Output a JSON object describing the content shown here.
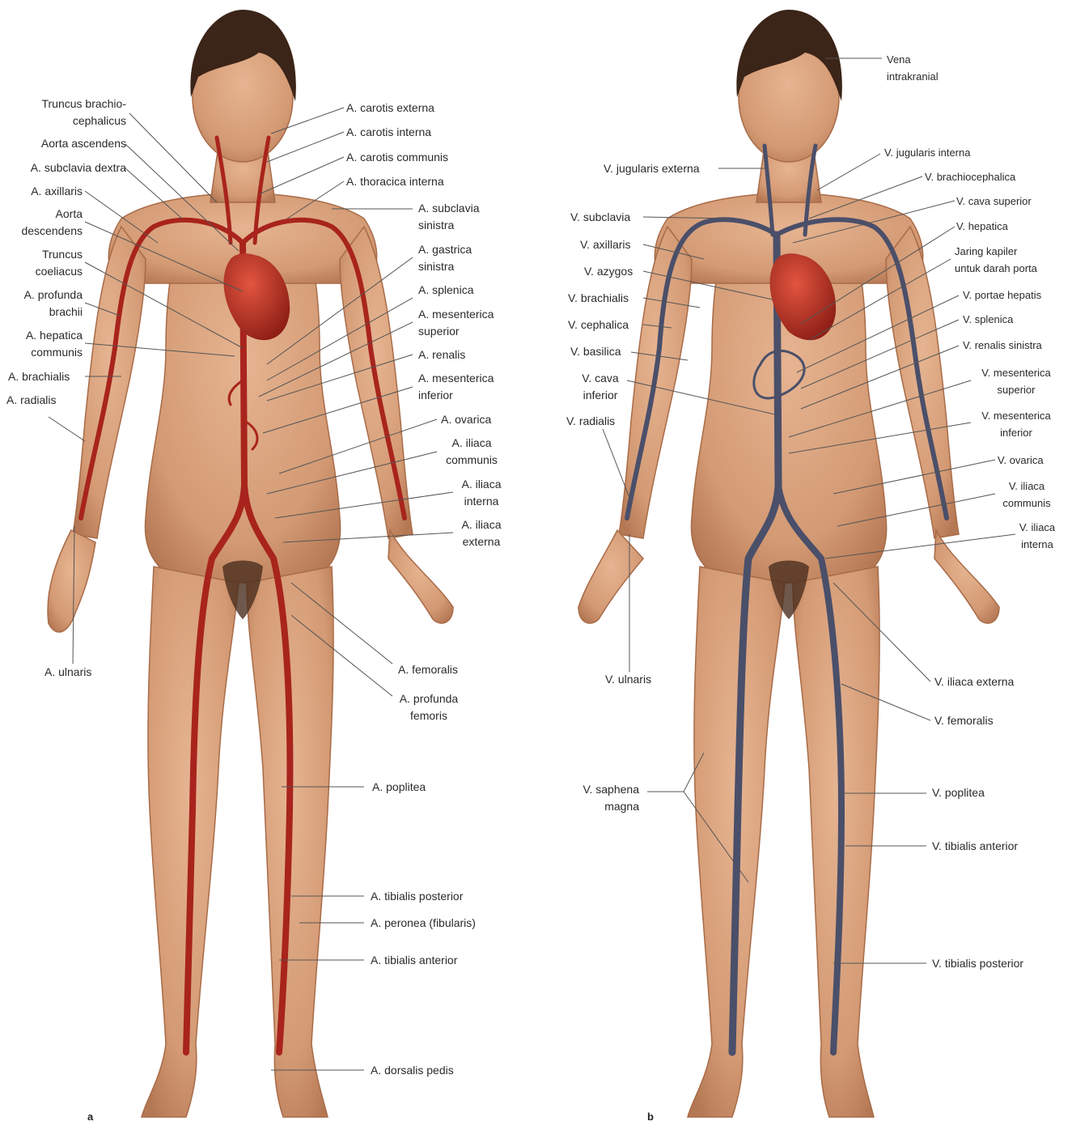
{
  "panels": {
    "a": {
      "letter": "a",
      "left_labels": [
        {
          "text": "Truncus brachio-\ncephalicus"
        },
        {
          "text": "Aorta ascendens"
        },
        {
          "text": "A. subclavia dextra"
        },
        {
          "text": "A. axillaris"
        },
        {
          "text": "Aorta\ndescendens"
        },
        {
          "text": "Truncus\ncoeliacus"
        },
        {
          "text": "A. profunda\nbrachii"
        },
        {
          "text": "A. hepatica\ncommunis"
        },
        {
          "text": "A. brachialis"
        },
        {
          "text": "A. radialis"
        },
        {
          "text": "A. ulnaris"
        }
      ],
      "right_labels": [
        {
          "text": "A. carotis externa"
        },
        {
          "text": "A. carotis interna"
        },
        {
          "text": "A. carotis communis"
        },
        {
          "text": "A. thoracica interna"
        },
        {
          "text": "A. subclavia\nsinistra"
        },
        {
          "text": "A. gastrica\nsinistra"
        },
        {
          "text": "A. splenica"
        },
        {
          "text": "A. mesenterica\nsuperior"
        },
        {
          "text": "A. renalis"
        },
        {
          "text": "A. mesenterica\ninferior"
        },
        {
          "text": "A. ovarica"
        },
        {
          "text": "A. iliaca\ncommunis"
        },
        {
          "text": "A. iliaca\ninterna"
        },
        {
          "text": "A. iliaca\nexterna"
        },
        {
          "text": "A. femoralis"
        },
        {
          "text": "A. profunda\nfemoris"
        },
        {
          "text": "A. poplitea"
        },
        {
          "text": "A. tibialis posterior"
        },
        {
          "text": "A. peronea (fibularis)"
        },
        {
          "text": "A. tibialis anterior"
        },
        {
          "text": "A. dorsalis pedis"
        }
      ]
    },
    "b": {
      "letter": "b",
      "left_labels": [
        {
          "text": "V. jugularis externa"
        },
        {
          "text": "V. subclavia"
        },
        {
          "text": "V. axillaris"
        },
        {
          "text": "V. azygos"
        },
        {
          "text": "V. brachialis"
        },
        {
          "text": "V. cephalica"
        },
        {
          "text": "V. basilica"
        },
        {
          "text": "V. cava\ninferior"
        },
        {
          "text": "V. radialis"
        },
        {
          "text": "V. ulnaris"
        },
        {
          "text": "V. saphena\nmagna"
        }
      ],
      "right_labels": [
        {
          "text": "Vena\nintrakranial"
        },
        {
          "text": "V. jugularis interna"
        },
        {
          "text": "V. brachiocephalica"
        },
        {
          "text": "V. cava superior"
        },
        {
          "text": "V. hepatica"
        },
        {
          "text": "Jaring kapiler\nuntuk darah porta"
        },
        {
          "text": "V. portae hepatis"
        },
        {
          "text": "V. splenica"
        },
        {
          "text": "V. renalis sinistra"
        },
        {
          "text": "V. mesenterica\nsuperior"
        },
        {
          "text": "V. mesenterica\ninferior"
        },
        {
          "text": "V. ovarica"
        },
        {
          "text": "V. iliaca\ncommunis"
        },
        {
          "text": "V. iliaca\ninterna"
        },
        {
          "text": "V. iliaca externa"
        },
        {
          "text": "V. femoralis"
        },
        {
          "text": "V. poplitea"
        },
        {
          "text": "V. tibialis anterior"
        },
        {
          "text": "V. tibialis posterior"
        }
      ]
    }
  },
  "colors": {
    "skin": "#d9a07c",
    "skin_shadow": "#b97a56",
    "hair": "#3b2418",
    "artery": "#a8241c",
    "vein": "#4a4f6a",
    "heart": "#c0392b",
    "leader": "#555555"
  }
}
